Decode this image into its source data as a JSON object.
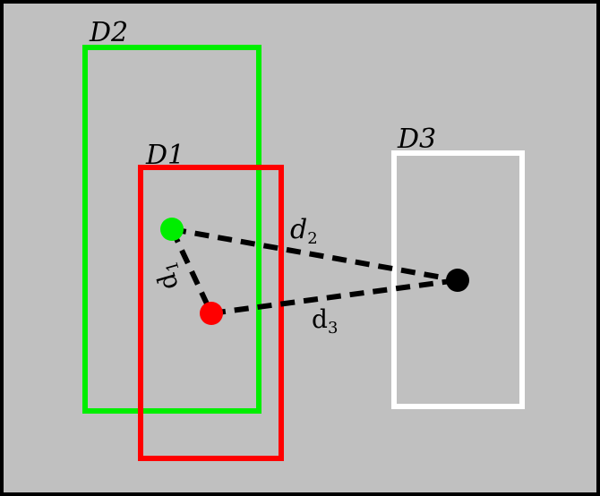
{
  "diagram": {
    "colors": {
      "background": "#c0c0c0",
      "frame": "#000000",
      "d1": "#ff0000",
      "d2": "#00ee00",
      "d3": "#ffffff",
      "connector": "#000000"
    },
    "boxes": {
      "d1": {
        "label": "D1"
      },
      "d2": {
        "label": "D2"
      },
      "d3": {
        "label": "D3"
      }
    },
    "distances": {
      "d1": {
        "base": "d",
        "sub": "1"
      },
      "d2": {
        "base": "d",
        "sub": "2"
      },
      "d3": {
        "base": "d",
        "sub": "3"
      }
    }
  }
}
